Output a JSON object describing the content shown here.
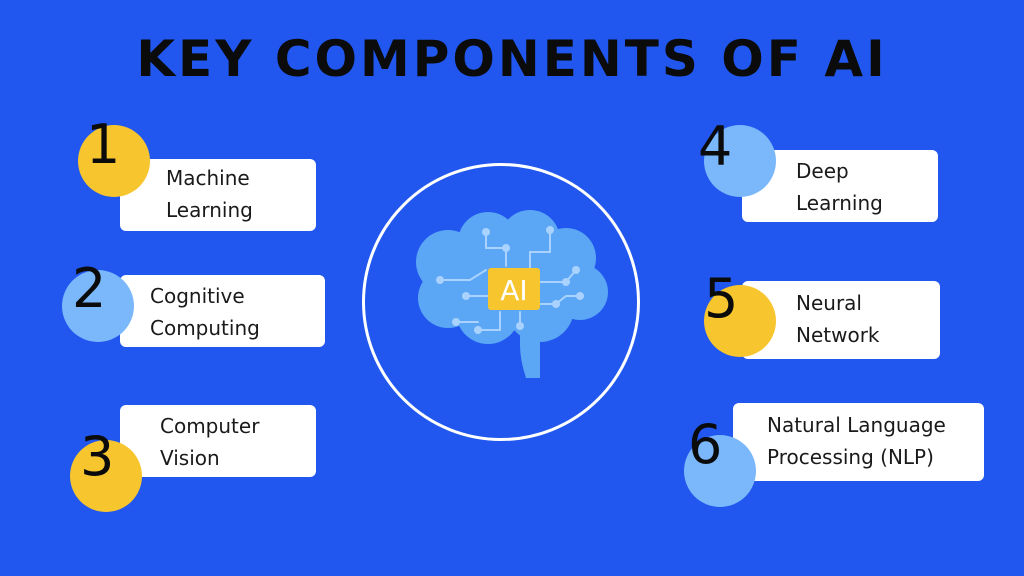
{
  "title": "KEY COMPONENTS OF AI",
  "center": {
    "label": "AI"
  },
  "colors": {
    "background": "#2157ee",
    "yellow": "#f7c52e",
    "light_blue": "#7ab8fb",
    "brain": "#5ba6f5"
  },
  "items": [
    {
      "number": "1",
      "lines": [
        "Machine",
        "Learning"
      ]
    },
    {
      "number": "2",
      "lines": [
        "Cognitive",
        "Computing"
      ]
    },
    {
      "number": "3",
      "lines": [
        "Computer",
        "Vision"
      ]
    },
    {
      "number": "4",
      "lines": [
        "Deep",
        "Learning"
      ]
    },
    {
      "number": "5",
      "lines": [
        "Neural",
        "Network"
      ]
    },
    {
      "number": "6",
      "lines": [
        "Natural Language",
        "Processing (NLP)"
      ]
    }
  ]
}
